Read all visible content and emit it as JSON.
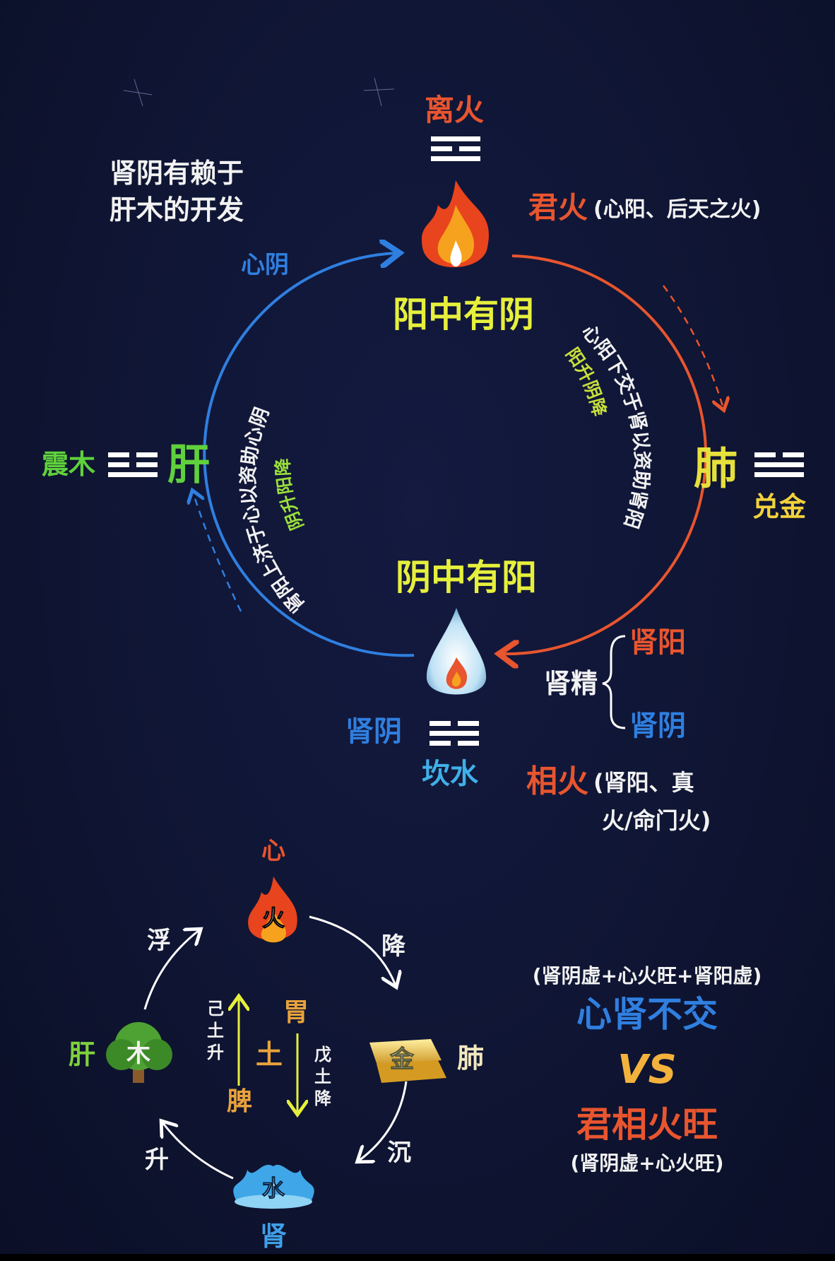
{
  "top": {
    "li_fire": "离火",
    "jun_fire": "君火",
    "jun_fire_note": "(心阳、后天之火)",
    "note_line1": "肾阴有赖于",
    "note_line2": "肝木的开发",
    "xin_yin": "心阴",
    "yang_with_yin": "阳中有阴",
    "yin_with_yang": "阴中有阳",
    "zhen_wood": "震木",
    "liver": "肝",
    "lung": "肺",
    "dui_metal": "兑金",
    "left_arc_text": "肾阳上济于心以资助心阴",
    "left_inner_text": "阴升阳降",
    "right_arc_text": "心阳下交于肾以资助肾阳",
    "right_inner_text": "阳升阴降",
    "kidney_yin": "肾阴",
    "kan_water": "坎水",
    "kidney_essence": "肾精",
    "kidney_yang_branch": "肾阳",
    "kidney_yin_branch": "肾阴",
    "xiang_fire": "相火",
    "xiang_fire_note1": "(肾阳、真",
    "xiang_fire_note2": "火/命门火)"
  },
  "bottom": {
    "heart": "心",
    "fire": "火",
    "float": "浮",
    "descend": "降",
    "wood": "木",
    "liver": "肝",
    "metal": "金",
    "lung": "肺",
    "sink": "沉",
    "rise": "升",
    "water": "水",
    "kidney": "肾",
    "ji_earth_rise": [
      "己",
      "土",
      "升"
    ],
    "stomach": "胃",
    "earth": "土",
    "spleen": "脾",
    "wu_earth_descend": [
      "戊",
      "土",
      "降"
    ]
  },
  "compare": {
    "cond1": "(肾阴虚+心火旺+肾阳虚)",
    "title1": "心肾不交",
    "vs": "VS",
    "title2": "君相火旺",
    "cond2": "(肾阴虚+心火旺)"
  },
  "colors": {
    "fire_red": "#e8552e",
    "yin_blue": "#2f7fe0",
    "yellow": "#e6f03c",
    "green": "#5fd13c",
    "gold": "#f2c744",
    "water_cyan": "#3fb0e8"
  }
}
